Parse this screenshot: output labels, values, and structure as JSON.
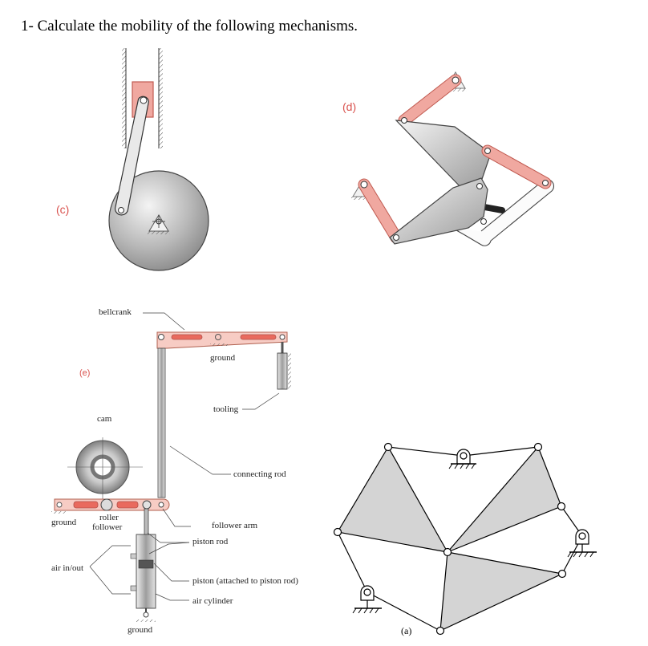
{
  "heading": "1-  Calculate the mobility of the following mechanisms.",
  "figures": {
    "c": {
      "tag": "(c)"
    },
    "d": {
      "tag": "(d)"
    },
    "e": {
      "tag": "(e)",
      "labels": {
        "bellcrank": "bellcrank",
        "ground_top": "ground",
        "tooling": "tooling",
        "cam": "cam",
        "connecting_rod": "connecting rod",
        "roller": "roller",
        "follower": "follower",
        "ground_left": "ground",
        "follower_arm": "follower arm",
        "piston_rod": "piston rod",
        "air_in_out": "air in/out",
        "piston": "piston (attached to piston rod)",
        "air_cylinder": "air cylinder",
        "ground_bottom": "ground"
      }
    },
    "a": {
      "tag": "(a)"
    }
  },
  "colors": {
    "link_fill": "#f0a8a0",
    "link_stroke": "#c05a50",
    "gray_fill": "#d4d4d4",
    "tag_color": "#d9534f"
  }
}
